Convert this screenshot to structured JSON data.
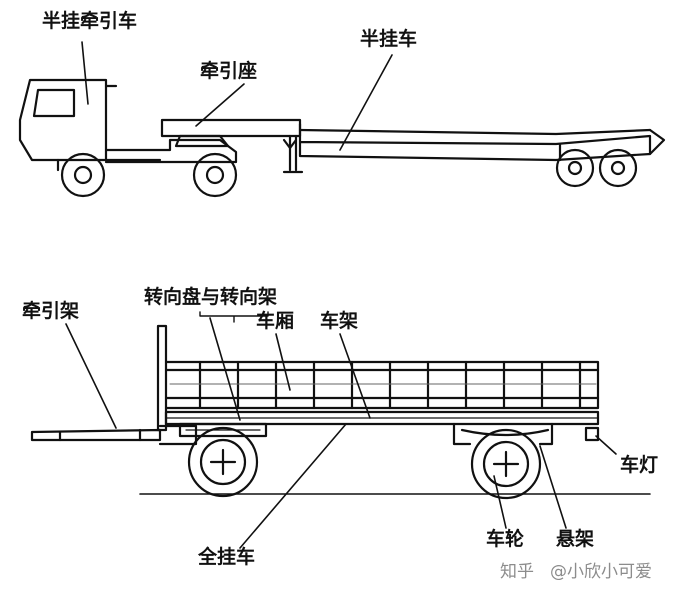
{
  "top_diagram": {
    "labels": {
      "tractor": "半挂牵引车",
      "fifth_wheel": "牵引座",
      "semi_trailer": "半挂车"
    }
  },
  "bottom_diagram": {
    "labels": {
      "drawbar": "牵引架",
      "turntable": "转向盘与转向架",
      "body": "车厢",
      "frame": "车架",
      "lamp": "车灯",
      "full_trailer": "全挂车",
      "wheel": "车轮",
      "suspension": "悬架"
    }
  },
  "watermark": {
    "platform": "知乎",
    "author": "@小欣小可爱"
  }
}
